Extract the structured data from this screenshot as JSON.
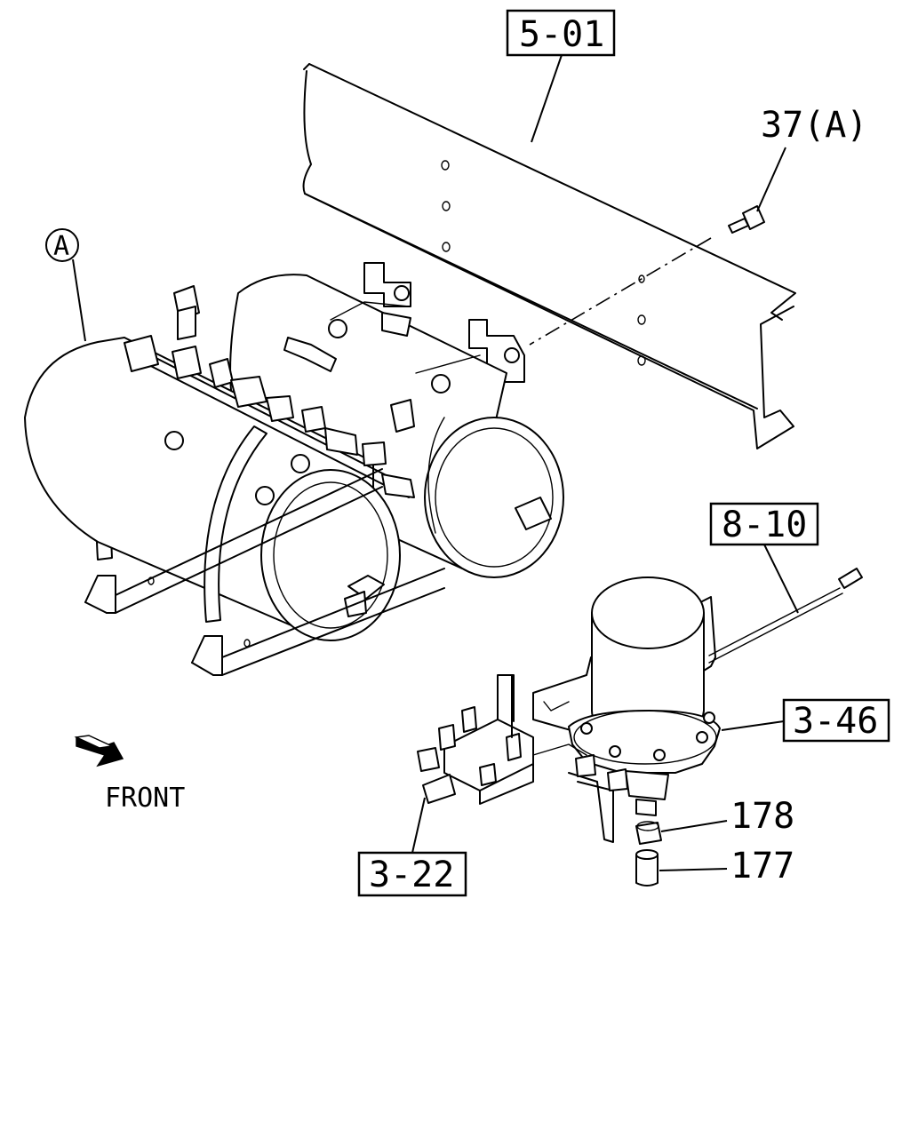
{
  "labels": {
    "ref_frame": "5-01",
    "part_bolt": "37(A)",
    "callout_a": "A",
    "ref_harness": "8-10",
    "ref_dryer": "3-46",
    "part_nut": "178",
    "part_pipe": "177",
    "ref_valve": "3-22",
    "direction_front": "FRONT"
  },
  "icons": {
    "front_arrow": "front-arrow-icon"
  },
  "colors": {
    "ink": "#000000",
    "paper": "#ffffff"
  }
}
